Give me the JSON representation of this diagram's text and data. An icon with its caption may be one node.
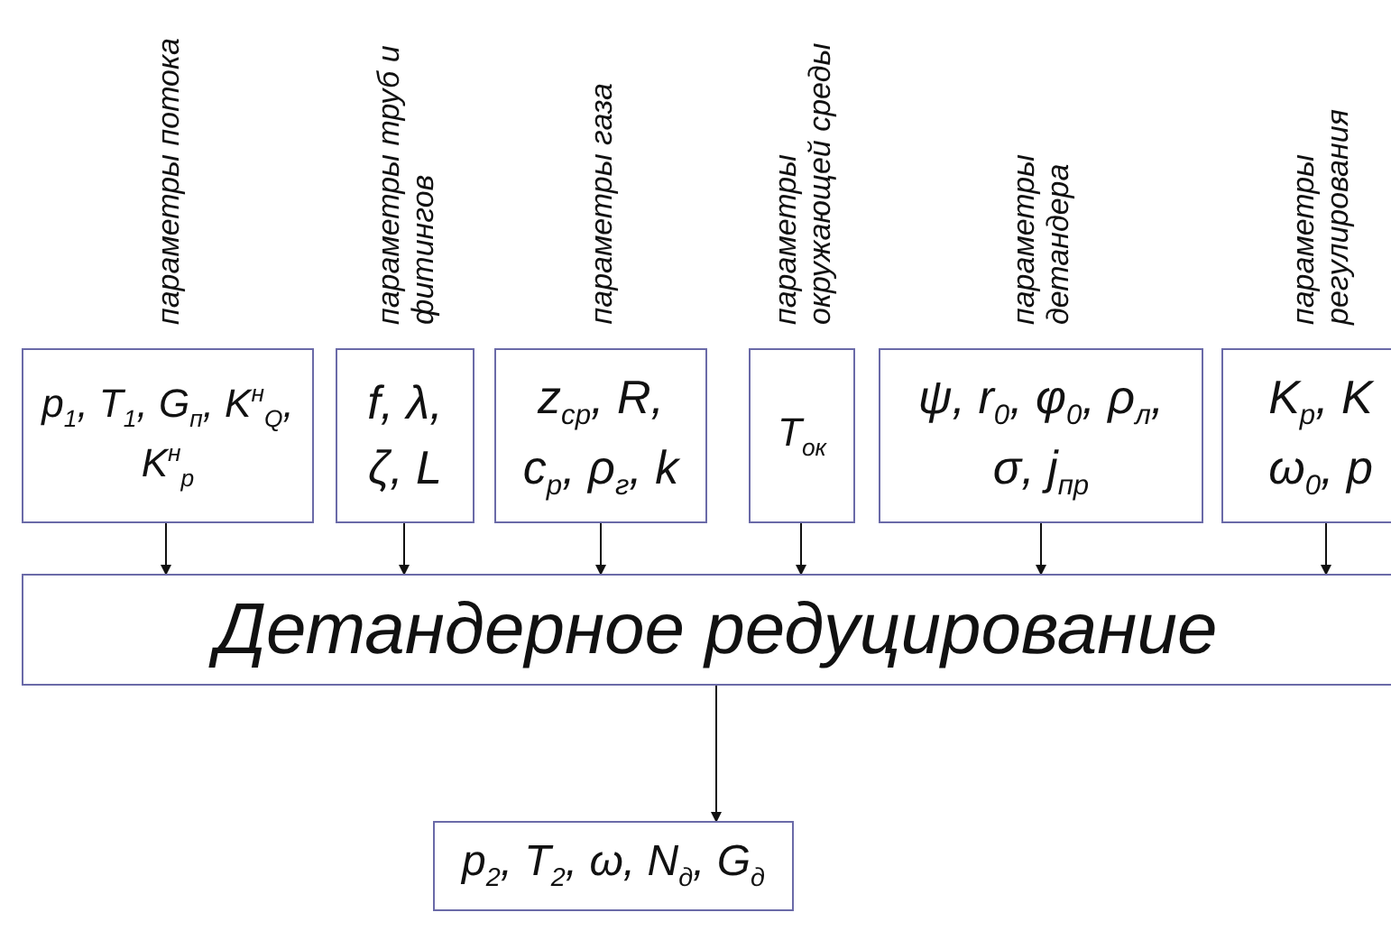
{
  "diagram": {
    "nodes": [
      {
        "text": [
          "параметры потока",
          "p$_{1}$, T$_{1}$, G$_{п}$, K$^{н}$$_{Q}$, K$^{н}$$_{р}$"
        ]
      },
      {
        "text": [
          "параметры труб и фитингов",
          "f, λ, ζ, L"
        ]
      },
      {
        "text": [
          "параметры газа",
          "z$_{ср}$, R, c$_{р}$, ρ$_{г}$, k"
        ]
      },
      {
        "text": [
          "параметры окружающей среды",
          "T$_{ок}$"
        ]
      },
      {
        "text": [
          "параметры детандера",
          "ψ, r$_{0}$, φ$_{0}$, ρ$_{л}$, σ, j$_{пр}$"
        ]
      },
      {
        "text": [
          "параметры регулирования",
          "K$_{р}$, K ω$_{0}$, р"
        ]
      },
      {
        "text": [
          "Детандерное редуцирование"
        ]
      },
      {
        "text": [
          "p$_{2}$, T$_{2}$, ω, N$_{д}$, G$_{д}$"
        ]
      }
    ],
    "edges": [
      {
        "from": 0,
        "to": 6,
        "arrow": "to"
      },
      {
        "from": 1,
        "to": 6,
        "arrow": "to"
      },
      {
        "from": 2,
        "to": 6,
        "arrow": "to"
      },
      {
        "from": 3,
        "to": 6,
        "arrow": "to"
      },
      {
        "from": 4,
        "to": 6,
        "arrow": "to"
      },
      {
        "from": 5,
        "to": 6,
        "arrow": "to"
      },
      {
        "from": 6,
        "to": 7,
        "arrow": "to"
      }
    ]
  }
}
